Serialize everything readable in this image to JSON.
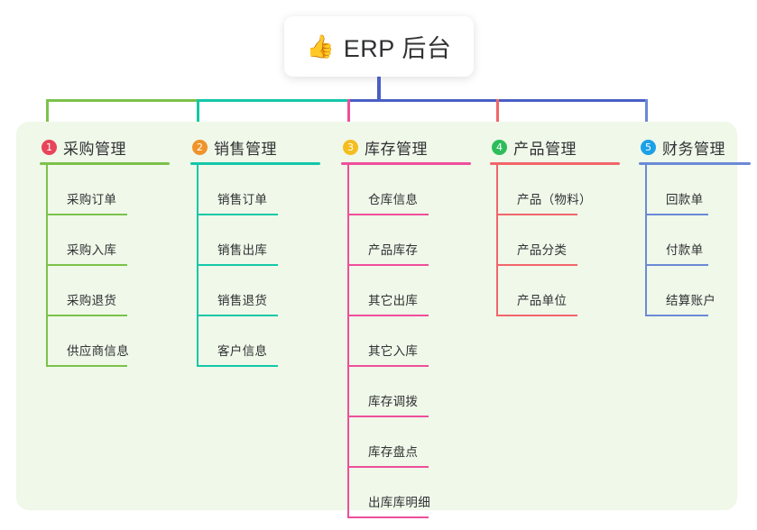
{
  "root": {
    "icon": "thumbs-up-icon",
    "emoji": "👍",
    "title": "ERP 后台"
  },
  "theme": {
    "panel_bg": "#eff8e9",
    "page_bg": "#ffffff",
    "text": "#303133",
    "stem": "#4a5ec4"
  },
  "columns": [
    {
      "number": "1",
      "title": "采购管理",
      "badge_color": "#e8445a",
      "line_color": "#7cc24a",
      "items": [
        "采购订单",
        "采购入库",
        "采购退货",
        "供应商信息"
      ]
    },
    {
      "number": "2",
      "title": "销售管理",
      "badge_color": "#f0932b",
      "line_color": "#14c7a8",
      "items": [
        "销售订单",
        "销售出库",
        "销售退货",
        "客户信息"
      ]
    },
    {
      "number": "3",
      "title": "库存管理",
      "badge_color": "#f5bd1f",
      "line_color": "#ef4e9b",
      "items": [
        "仓库信息",
        "产品库存",
        "其它出库",
        "其它入库",
        "库存调拨",
        "库存盘点",
        "出库库明细"
      ]
    },
    {
      "number": "4",
      "title": "产品管理",
      "badge_color": "#2dbd5a",
      "line_color": "#f2656a",
      "items": [
        "产品（物料）",
        "产品分类",
        "产品单位"
      ]
    },
    {
      "number": "5",
      "title": "财务管理",
      "badge_color": "#1ca0e8",
      "line_color": "#6b8ad6",
      "items": [
        "回款单",
        "付款单",
        "结算账户"
      ]
    }
  ]
}
